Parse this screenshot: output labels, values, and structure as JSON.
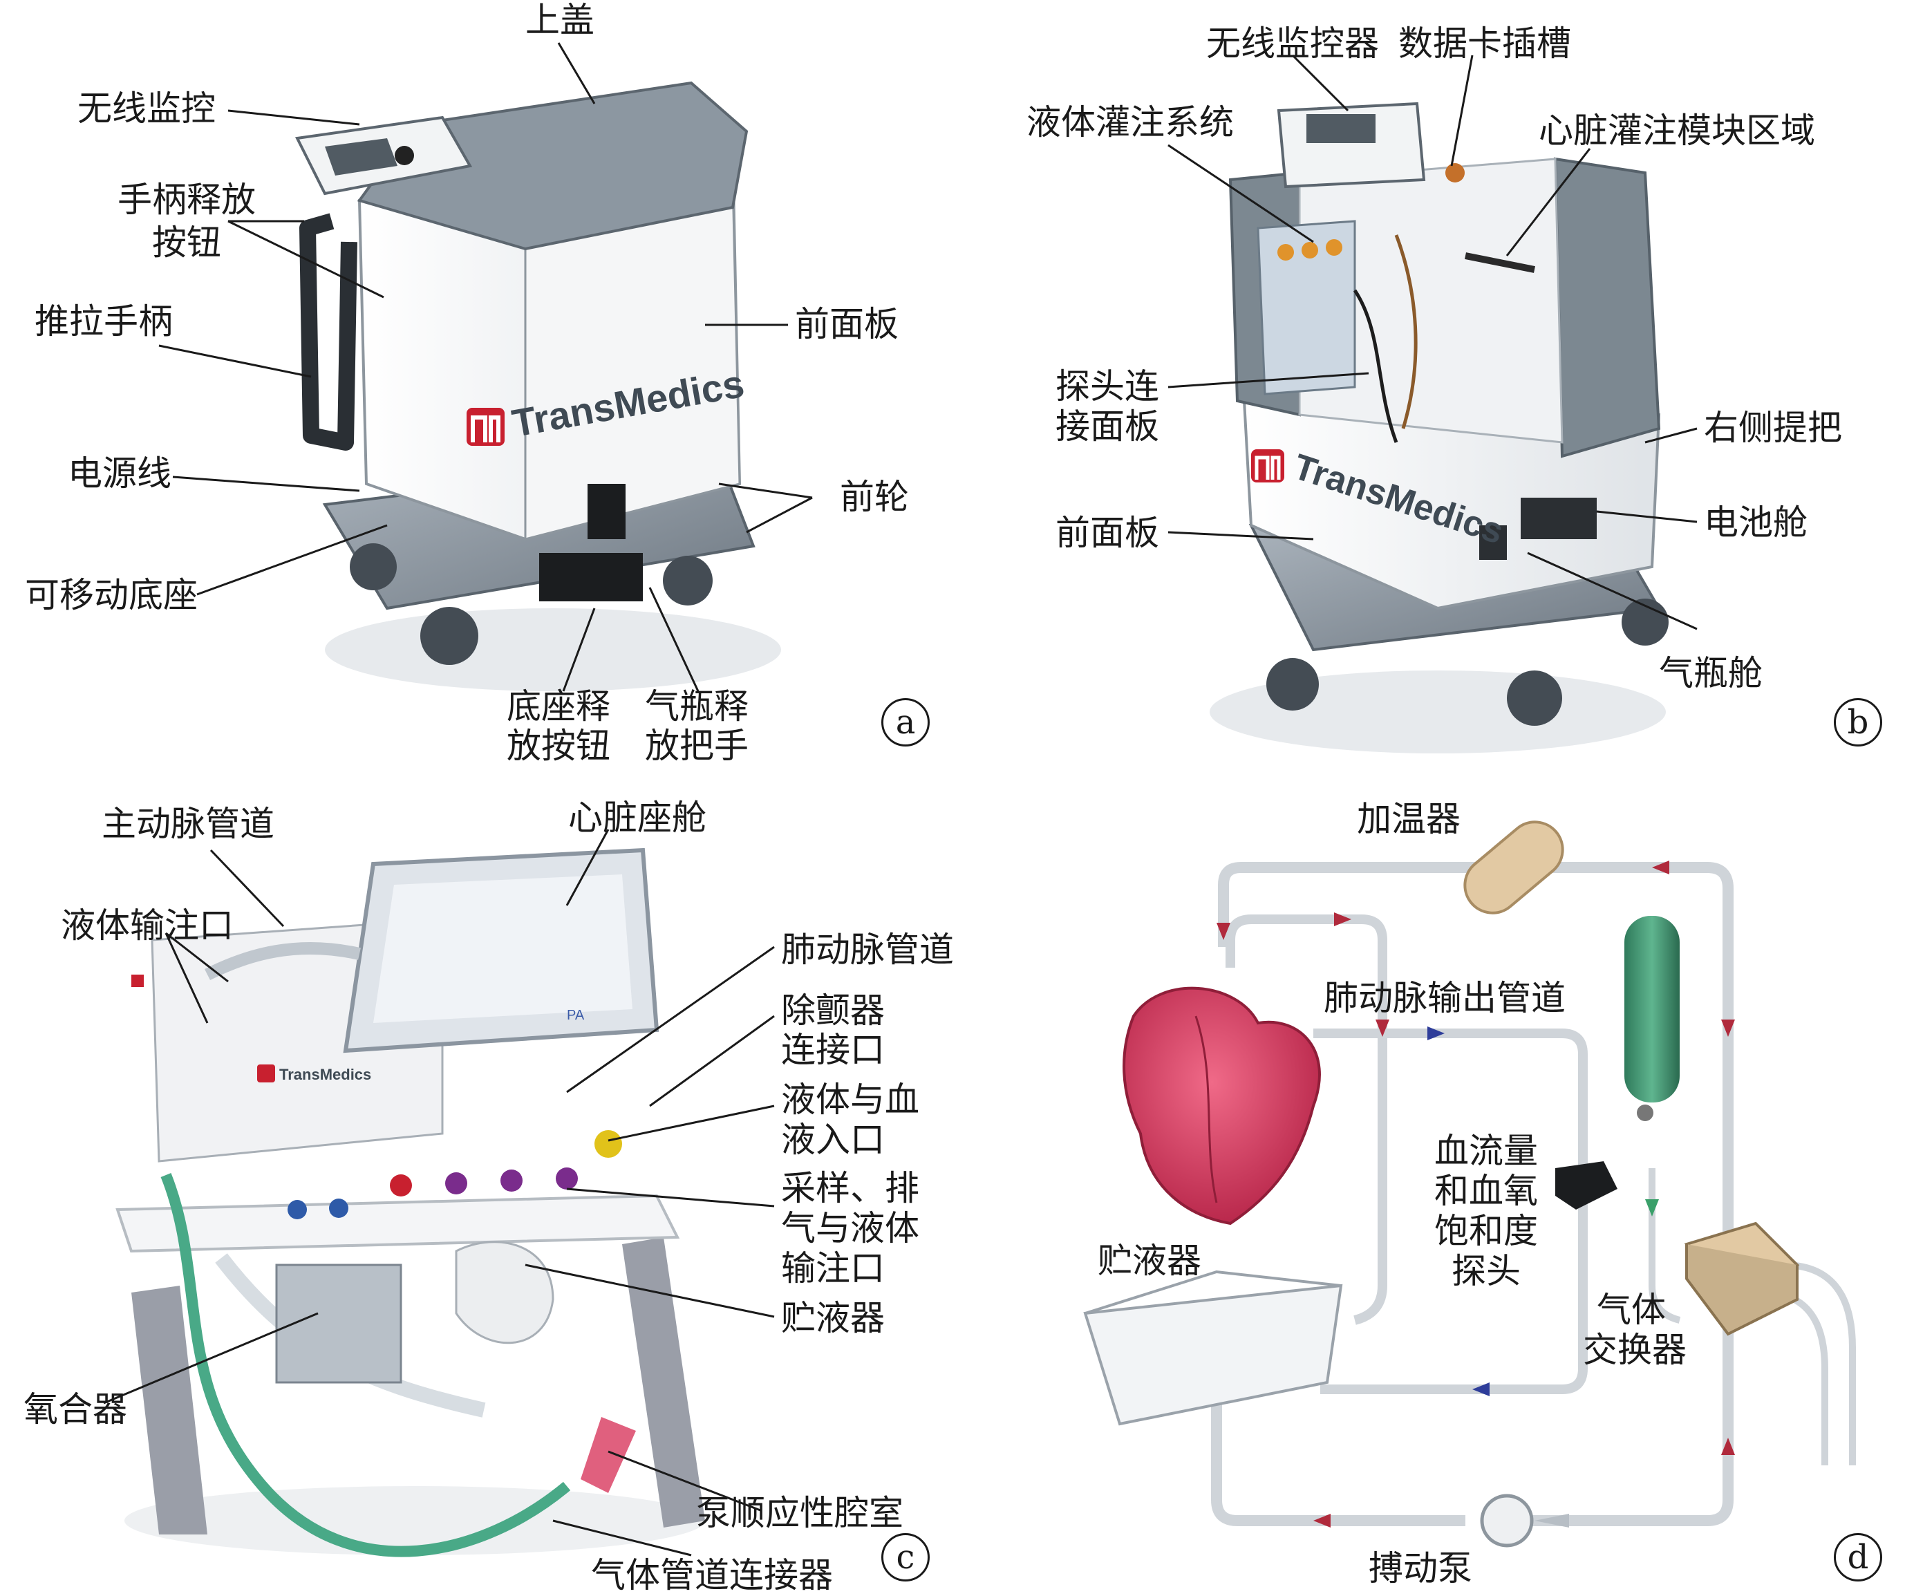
{
  "panel_a": {
    "badge": "a",
    "brand": "TransMedics",
    "labels": {
      "top_cover": "上盖",
      "wireless_monitor": "无线监控",
      "handle_release_1": "手柄释放",
      "handle_release_2": "按钮",
      "push_pull_handle": "推拉手柄",
      "front_panel": "前面板",
      "power_cord": "电源线",
      "front_wheel": "前轮",
      "mobile_base": "可移动底座",
      "base_release_1": "底座释",
      "base_release_2": "放按钮",
      "cylinder_release_1": "气瓶释",
      "cylinder_release_2": "放把手"
    }
  },
  "panel_b": {
    "badge": "b",
    "brand": "TransMedics",
    "labels": {
      "wireless_monitor": "无线监控器",
      "data_card_slot": "数据卡插槽",
      "fluid_perfusion": "液体灌注系统",
      "heart_module": "心脏灌注模块区域",
      "probe_panel_1": "探头连",
      "probe_panel_2": "接面板",
      "right_handle": "右侧提把",
      "front_panel": "前面板",
      "battery_bay": "电池舱",
      "gas_bay": "气瓶舱"
    }
  },
  "panel_c": {
    "badge": "c",
    "brand": "TransMedics",
    "labels": {
      "aorta_line": "主动脉管道",
      "heart_chamber": "心脏座舱",
      "fluid_ports": "液体输注口",
      "pulmonary_line": "肺动脉管道",
      "defib_1": "除颤器",
      "defib_2": "连接口",
      "fluid_blood_1": "液体与血",
      "fluid_blood_2": "液入口",
      "sampling_1": "采样、排",
      "sampling_2": "气与液体",
      "sampling_3": "输注口",
      "reservoir": "贮液器",
      "oxygenator": "氧合器",
      "compliance": "泵顺应性腔室",
      "gas_connector": "气体管道连接器"
    }
  },
  "panel_d": {
    "badge": "d",
    "labels": {
      "heater": "加温器",
      "pa_outflow": "肺动脉输出管道",
      "flow_probe_1": "血流量",
      "flow_probe_2": "和血氧",
      "flow_probe_3": "饱和度",
      "flow_probe_4": "探头",
      "reservoir": "贮液器",
      "gas_exchanger_1": "气体",
      "gas_exchanger_2": "交换器",
      "pump": "搏动泵"
    }
  }
}
